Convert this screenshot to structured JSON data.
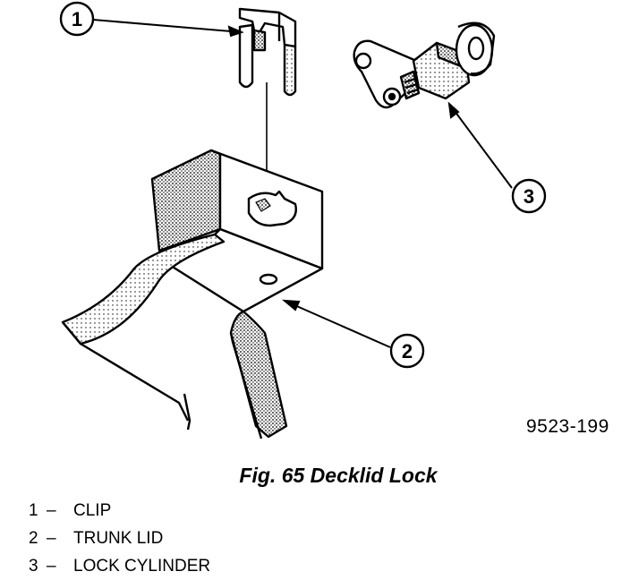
{
  "callouts": [
    "1",
    "2",
    "3"
  ],
  "part_code": "9523-199",
  "caption": "Fig. 65 Decklid Lock",
  "legend": [
    {
      "num": "1",
      "dash": "–",
      "label": "CLIP"
    },
    {
      "num": "2",
      "dash": "–",
      "label": "TRUNK LID"
    },
    {
      "num": "3",
      "dash": "–",
      "label": "LOCK CYLINDER"
    }
  ]
}
